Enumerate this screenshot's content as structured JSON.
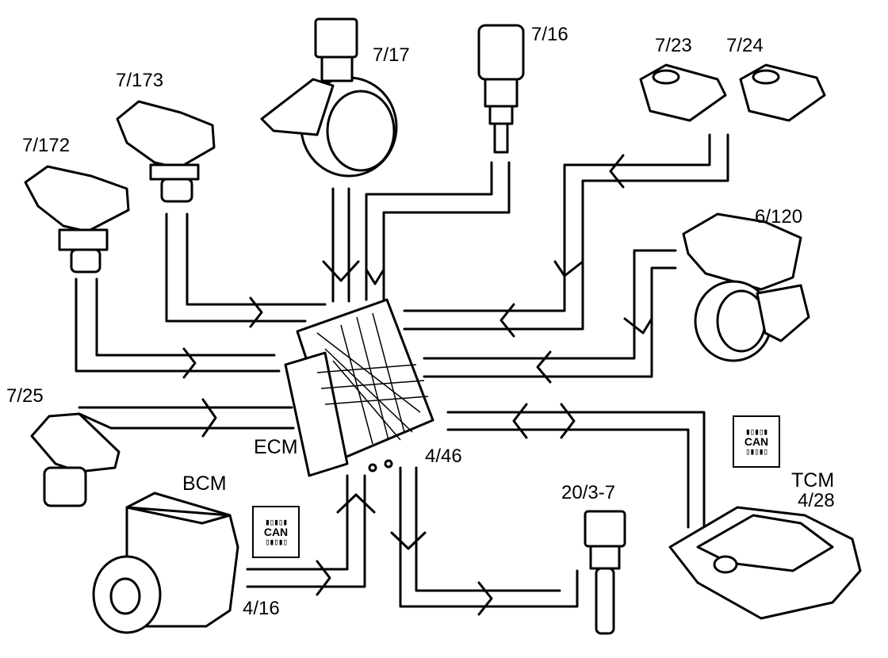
{
  "labels": {
    "ecm": "ECM",
    "ecm_code": "4/46",
    "bcm": "BCM",
    "bcm_code": "4/16",
    "tcm": "TCM",
    "tcm_code": "4/28",
    "s_7_172": "7/172",
    "s_7_173": "7/173",
    "s_7_17": "7/17",
    "s_7_16": "7/16",
    "s_7_23": "7/23",
    "s_7_24": "7/24",
    "s_6_120": "6/120",
    "s_7_25": "7/25",
    "s_20_3_7": "20/3-7"
  },
  "can_badge": {
    "text": "CAN"
  }
}
